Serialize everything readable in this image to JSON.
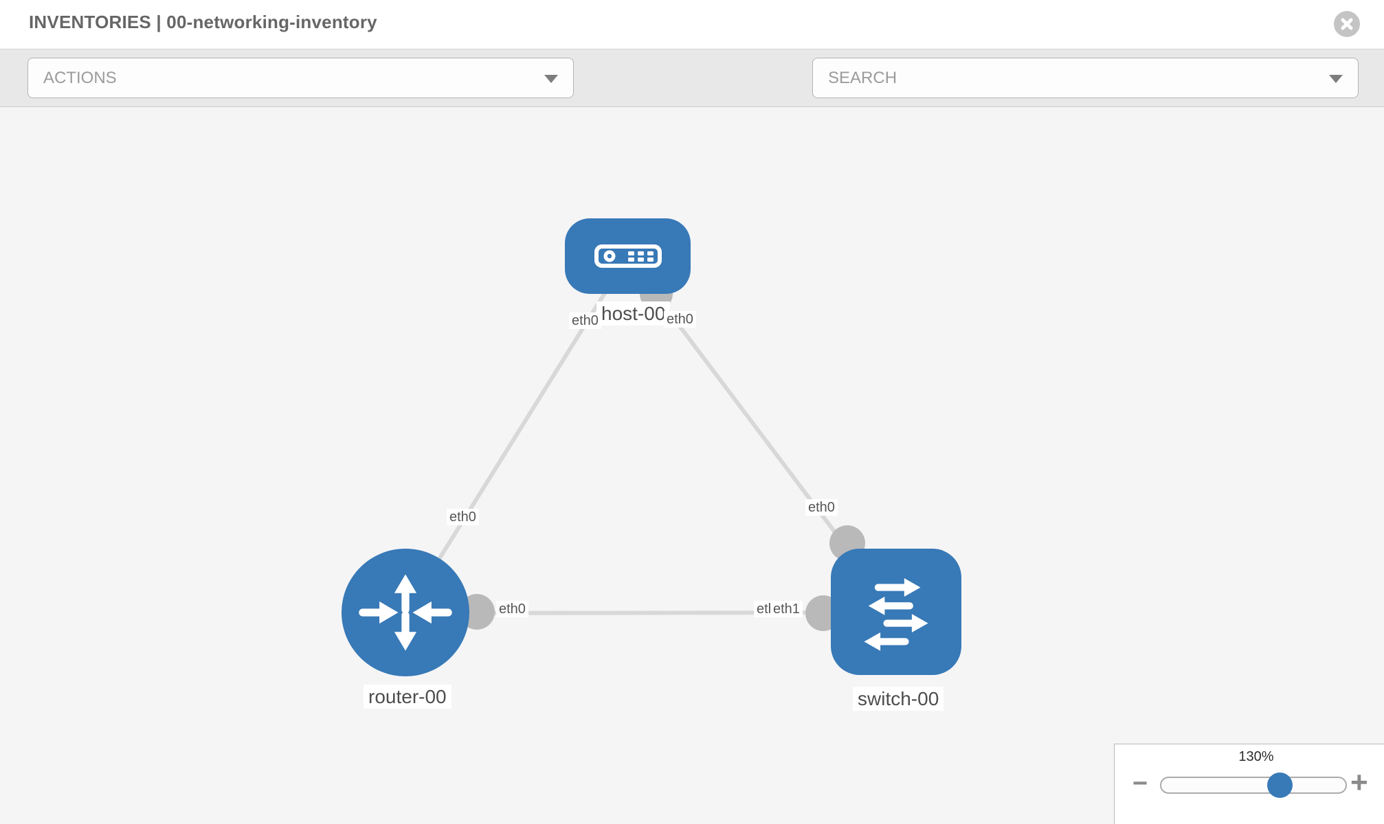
{
  "header": {
    "title": "INVENTORIES | 00-networking-inventory",
    "inventory_name": "00-networking-inventory",
    "close_icon": "circle-x-icon"
  },
  "toolbar": {
    "actions_label": "ACTIONS",
    "search_placeholder": "SEARCH",
    "icons": [
      "wrench-icon",
      "key-icon"
    ]
  },
  "topology": {
    "nodes": [
      {
        "label": "host-00",
        "type": "host",
        "icon": "server-icon"
      },
      {
        "label": "router-00",
        "type": "router",
        "icon": "router-arrows-icon"
      },
      {
        "label": "switch-00",
        "type": "switch",
        "icon": "switch-arrows-icon"
      }
    ],
    "links": [
      {
        "from": "host-00",
        "from_interface": "eth0",
        "to": "router-00",
        "to_interface": "eth0"
      },
      {
        "from": "host-00",
        "from_interface": "eth0",
        "to": "switch-00",
        "to_interface": "eth0"
      },
      {
        "from": "router-00",
        "from_interface": "eth0",
        "to": "switch-00",
        "to_interface": "eth1"
      }
    ],
    "interfaces": [
      {
        "text": "eth0"
      },
      {
        "text": "eth0"
      },
      {
        "text": "eth0"
      },
      {
        "text": "eth0"
      },
      {
        "text": "eth0"
      },
      {
        "text": "eth0"
      },
      {
        "text": "eth1"
      }
    ]
  },
  "zoom": {
    "level": "130%",
    "minus_symbol": "−",
    "plus_symbol": "+"
  },
  "colors": {
    "node_blue": "#3879b7",
    "link_gray": "#d8d8d8",
    "connector_gray": "#b9b9b9",
    "toolbar_gray": "#e8e8e8",
    "canvas_gray": "#f5f5f6",
    "title_gray": "#666666"
  }
}
